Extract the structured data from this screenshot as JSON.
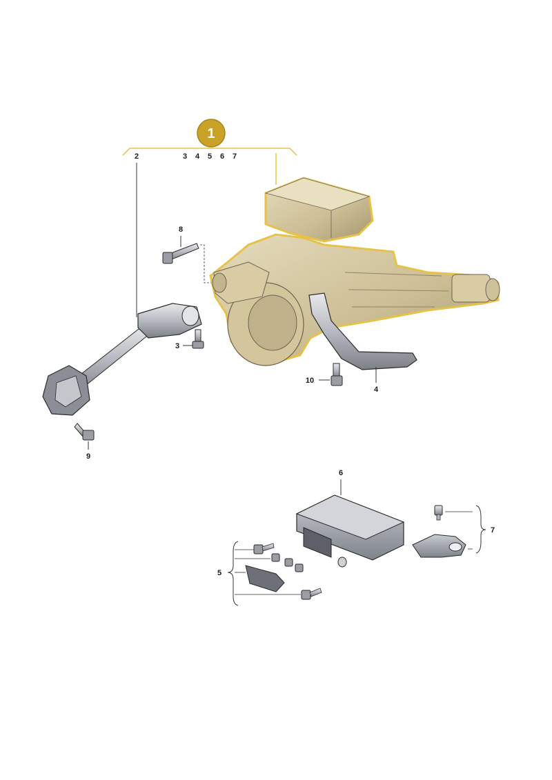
{
  "assembly": {
    "badge": "1",
    "badge_color": "#c9a227"
  },
  "callouts": {
    "c2": "2",
    "c3a": "3",
    "c4a": "4",
    "c5a": "5",
    "c6a": "6",
    "c7a": "7",
    "c8": "8",
    "c3b": "3",
    "c10": "10",
    "c4b": "4",
    "c9": "9",
    "c6b": "6",
    "c7b": "7",
    "c5b": "5"
  },
  "colors": {
    "highlight": "#e6c24a",
    "metal": "#b9bcc3",
    "outline": "#2a2a2a",
    "tan": "#d8caa2"
  }
}
